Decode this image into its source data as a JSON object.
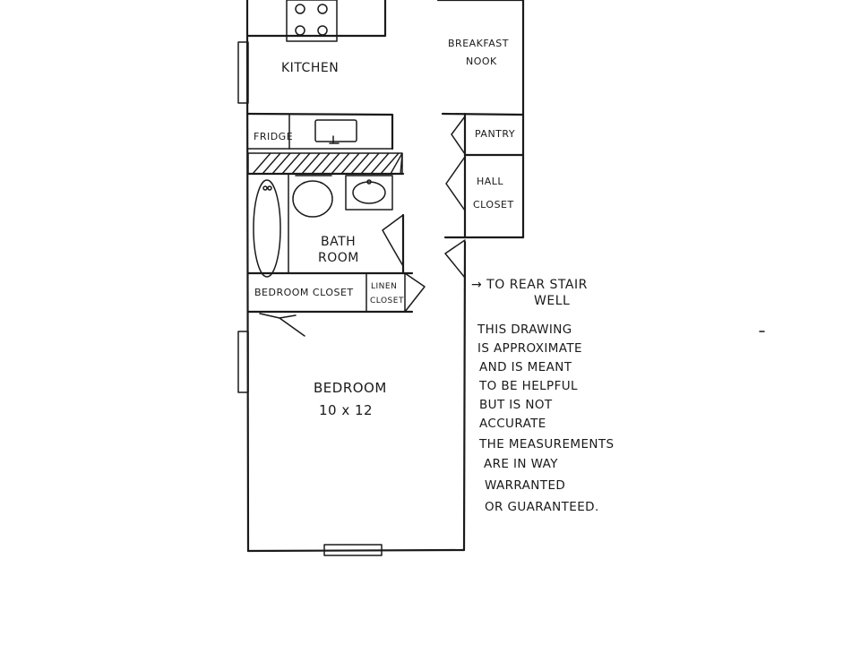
{
  "rooms": {
    "kitchen": "KITCHEN",
    "breakfast_nook_line1": "BREAKFAST",
    "breakfast_nook_line2": "NOOK",
    "fridge": "FRIDGE",
    "pantry": "PANTRY",
    "hall_closet_line1": "HALL",
    "hall_closet_line2": "CLOSET",
    "bath_line1": "BATH",
    "bath_line2": "ROOM",
    "bedroom_closet": "BEDROOM CLOSET",
    "linen_line1": "LINEN",
    "linen_line2": "CLOSET",
    "bedroom": "BEDROOM",
    "bedroom_size": "10 x 12"
  },
  "stair_note": {
    "line1": "→ TO REAR STAIR",
    "line2": "WELL"
  },
  "disclaimer": [
    "THIS DRAWING",
    "IS APPROXIMATE",
    "AND IS MEANT",
    "TO BE HELPFUL",
    "BUT IS NOT",
    "ACCURATE",
    "THE MEASUREMENTS",
    "ARE IN WAY",
    "WARRANTED",
    "OR GUARANTEED."
  ]
}
